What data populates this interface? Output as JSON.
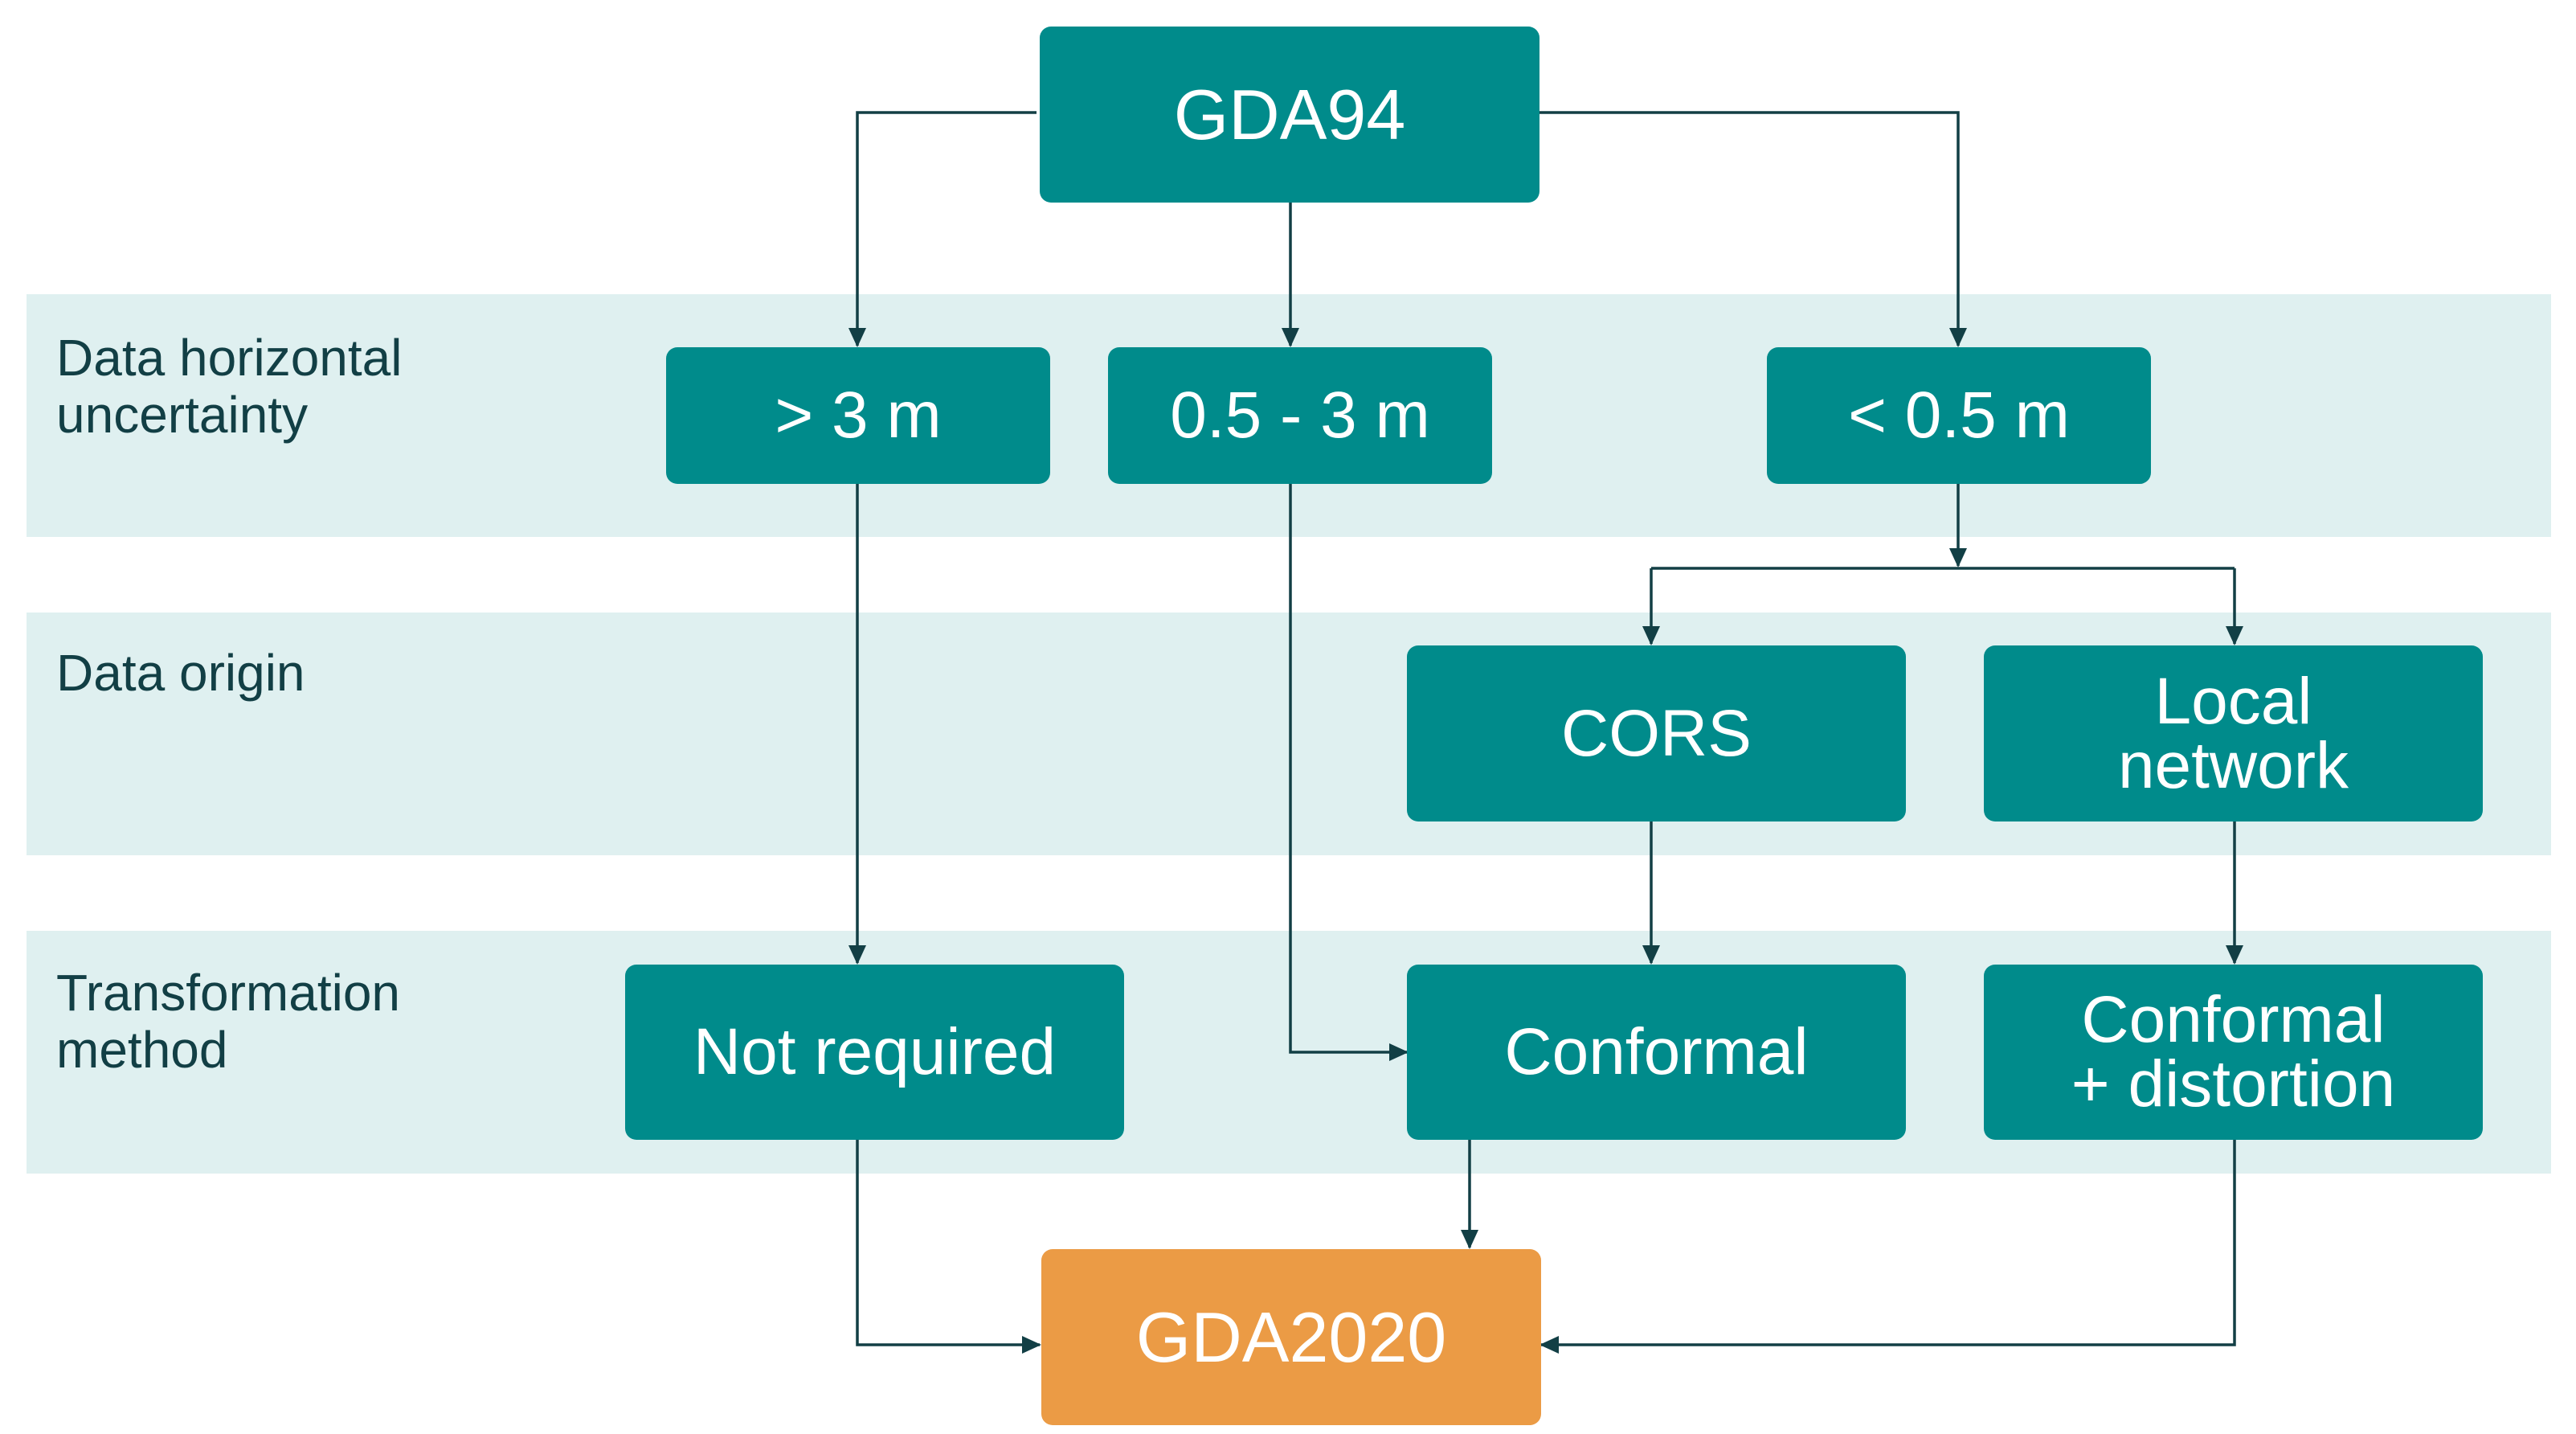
{
  "colors": {
    "band": "#dff0f0",
    "node": "#008b8b",
    "result": "#eb9b45",
    "line": "#123f45"
  },
  "bands": [
    {
      "id": "uncertainty",
      "label": "Data horizontal\nuncertainty"
    },
    {
      "id": "origin",
      "label": "Data origin"
    },
    {
      "id": "method",
      "label": "Transformation\nmethod"
    }
  ],
  "nodes": {
    "source": "GDA94",
    "gt3": "> 3 m",
    "mid": "0.5 - 3 m",
    "lt05": "< 0.5 m",
    "cors": "CORS",
    "local": "Local\nnetwork",
    "not_required": "Not required",
    "conformal": "Conformal",
    "conformal_distortion": "Conformal\n+ distortion",
    "target": "GDA2020"
  }
}
